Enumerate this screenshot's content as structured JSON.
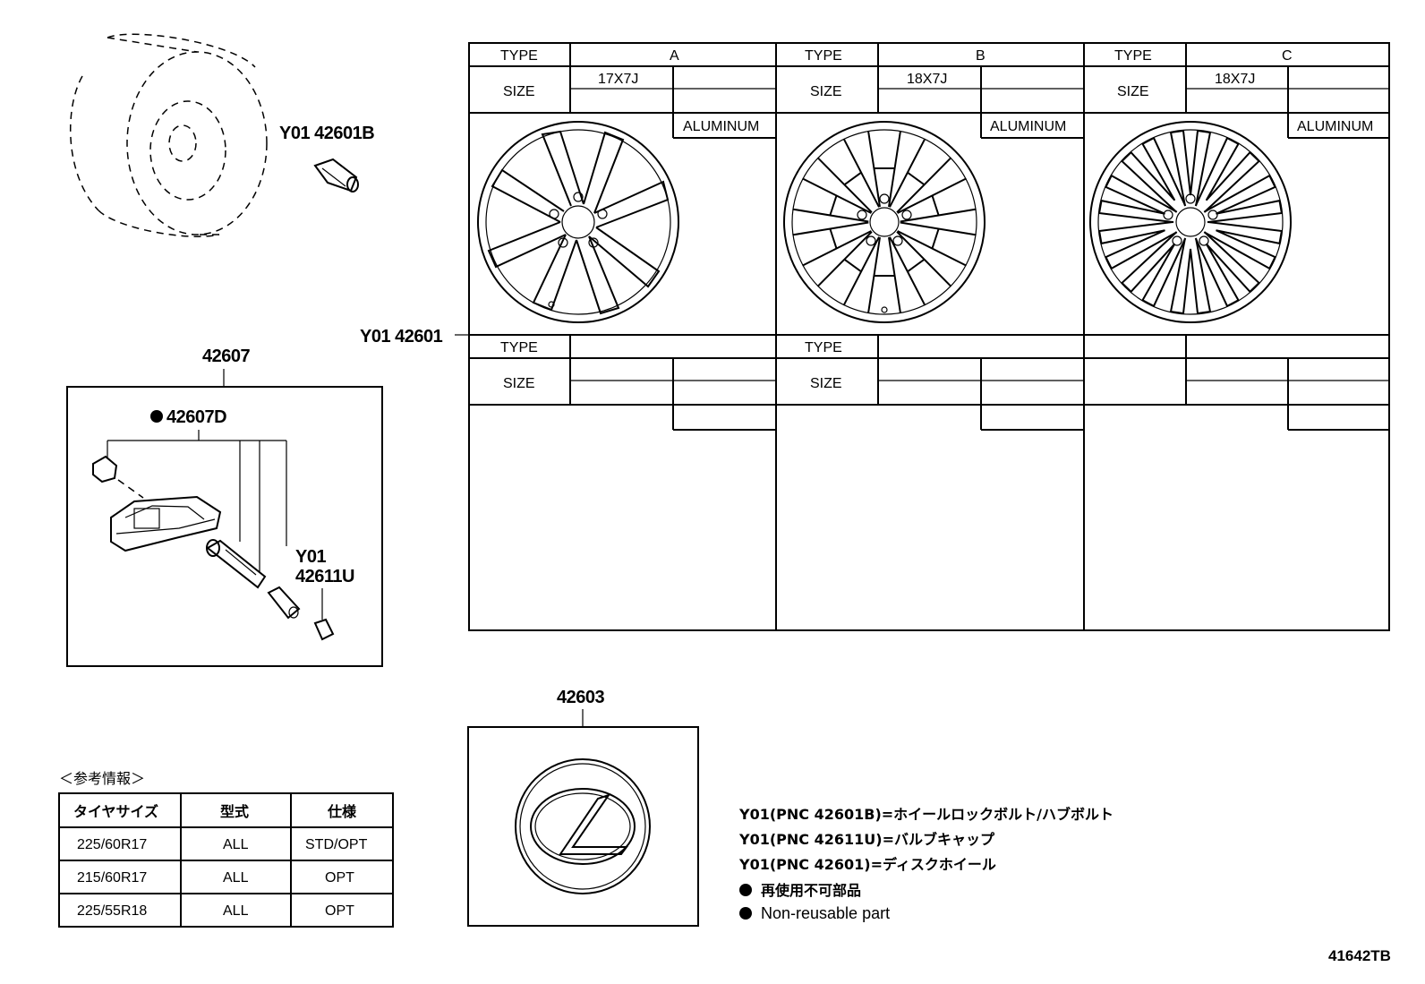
{
  "wheel_table": {
    "type_label": "TYPE",
    "size_label": "SIZE",
    "columns": [
      {
        "type": "A",
        "size": "17X7J",
        "material": "ALUMINUM"
      },
      {
        "type": "B",
        "size": "18X7J",
        "material": "ALUMINUM"
      },
      {
        "type": "C",
        "size": "18X7J",
        "material": "ALUMINUM"
      }
    ]
  },
  "callouts": {
    "lock_bolt": "Y01 42601B",
    "wheel": "Y01 42601",
    "tpms_assembly": "42607",
    "tpms_sensor": "42607D",
    "valve_cap_prefix": "Y01",
    "valve_cap": "42611U",
    "center_cap": "42603"
  },
  "reference": {
    "heading": "＜参考情報＞",
    "headers": [
      "タイヤサイズ",
      "型式",
      "仕様"
    ],
    "rows": [
      [
        "225/60R17",
        "ALL",
        "STD/OPT"
      ],
      [
        "215/60R17",
        "ALL",
        "OPT"
      ],
      [
        "225/55R18",
        "ALL",
        "OPT"
      ]
    ]
  },
  "notes": [
    "Y01(PNC 42601B)=ホイールロックボルト/ハブボルト",
    "Y01(PNC 42611U)=バルブキャップ",
    "Y01(PNC 42601)=ディスクホイール"
  ],
  "legend": {
    "jp": "再使用不可部品",
    "en": "Non-reusable part"
  },
  "figure_id": "41642TB"
}
